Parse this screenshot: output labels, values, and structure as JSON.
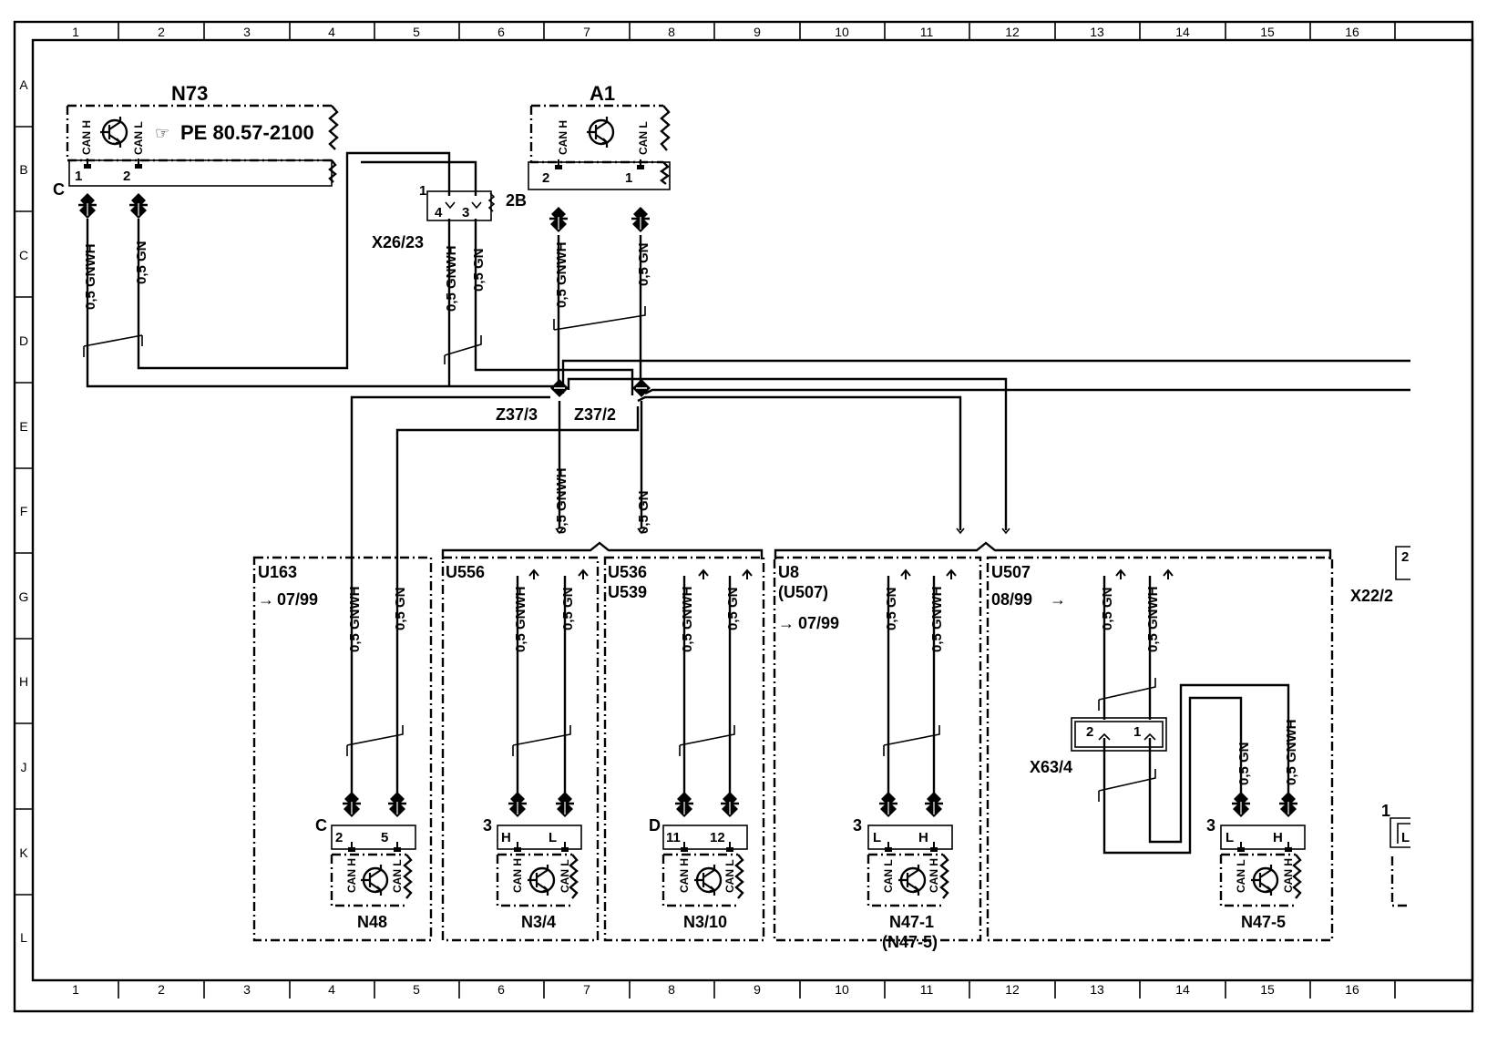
{
  "grid": {
    "columns": [
      "1",
      "2",
      "3",
      "4",
      "5",
      "6",
      "7",
      "8",
      "9",
      "10",
      "11",
      "12",
      "13",
      "14",
      "15",
      "16"
    ],
    "rows": [
      "A",
      "B",
      "C",
      "D",
      "E",
      "F",
      "G",
      "H",
      "J",
      "K",
      "L"
    ]
  },
  "components": {
    "n73": {
      "name": "N73",
      "can_h": "CAN H",
      "can_l": "CAN L",
      "ref": "PE  80.57-2100",
      "pin1": "1",
      "pin2": "2",
      "conn": "C"
    },
    "a1": {
      "name": "A1",
      "can_h": "CAN H",
      "can_l": "CAN L",
      "pin2": "2",
      "pin1": "1",
      "conn": "2B"
    },
    "x26_23": {
      "name": "X26/23",
      "pin_group": "1",
      "pin4": "4",
      "pin3": "3"
    },
    "z37_3": {
      "name": "Z37/3"
    },
    "z37_2": {
      "name": "Z37/2"
    },
    "n48": {
      "name": "N48",
      "conn": "C",
      "pin_a": "2",
      "pin_b": "5"
    },
    "n3_4": {
      "name": "N3/4",
      "conn": "3",
      "pin_a": "H",
      "pin_b": "L"
    },
    "n3_10": {
      "name": "N3/10",
      "conn": "D",
      "pin_a": "11",
      "pin_b": "12"
    },
    "n47_1": {
      "name": "N47-1",
      "alt": "(N47-5)",
      "conn": "3",
      "pin_a": "L",
      "pin_b": "H"
    },
    "n47_5": {
      "name": "N47-5",
      "conn": "3",
      "pin_a": "L",
      "pin_b": "H"
    },
    "x63_4": {
      "name": "X63/4",
      "pin2": "2",
      "pin1": "1"
    },
    "x22_2": {
      "name": "X22/2",
      "pin": "2",
      "conn": "1",
      "pin_l": "L"
    }
  },
  "wires": {
    "gnwh": "0,5  GNWH",
    "gn": "0,5  GN"
  },
  "variants": {
    "u163": {
      "code": "U163",
      "date": "07/99"
    },
    "u556": {
      "code": "U556"
    },
    "u536": {
      "code": "U536",
      "code2": "U539"
    },
    "u8": {
      "code": "U8",
      "alt": "(U507)",
      "date": "07/99"
    },
    "u507": {
      "code": "U507",
      "date": "08/99"
    }
  },
  "can_labels": {
    "h": "CAN H",
    "l": "CAN L"
  }
}
